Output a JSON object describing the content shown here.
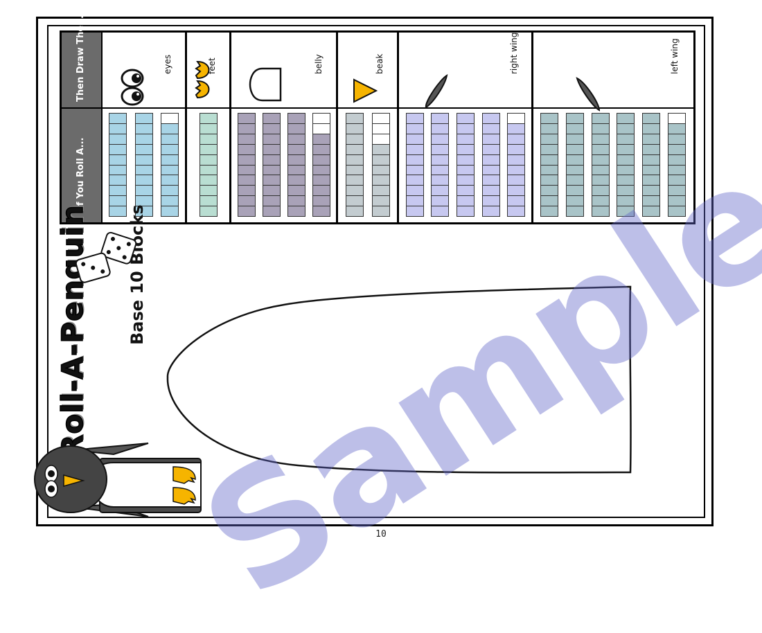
{
  "document": {
    "title": "Roll-A-Penguin",
    "subtitle": "Base 10 Blocks",
    "page_number": "10",
    "watermark": "Sample"
  },
  "table": {
    "header_roll": "If You Roll A...",
    "header_draw": "Then Draw The...",
    "rows": [
      {
        "part": "eyes",
        "tens": 3,
        "partial_ones": 9,
        "color": "#a8d4e6"
      },
      {
        "part": "feet",
        "tens": 1,
        "partial_ones": 10,
        "color": "#b9ded2"
      },
      {
        "part": "belly",
        "tens": 4,
        "partial_ones": 8,
        "color": "#a9a2b8"
      },
      {
        "part": "beak",
        "tens": 2,
        "partial_ones": 7,
        "color": "#c3ccd0"
      },
      {
        "part": "right wing",
        "tens": 5,
        "partial_ones": 9,
        "color": "#c7c8f0"
      },
      {
        "part": "left wing",
        "tens": 6,
        "partial_ones": 9,
        "color": "#a9c4c8"
      }
    ]
  },
  "icons": {
    "eyes": "eyes-icon",
    "feet": "feet-icon",
    "belly": "belly-icon",
    "beak": "beak-icon",
    "wing": "wing-icon",
    "dice": "dice-icon",
    "penguin": "penguin-icon"
  },
  "colors": {
    "beak": "#f6b400",
    "feet": "#f6b400",
    "wing": "#555555",
    "header": "#6b6b6b",
    "watermark": "#6266c8"
  }
}
